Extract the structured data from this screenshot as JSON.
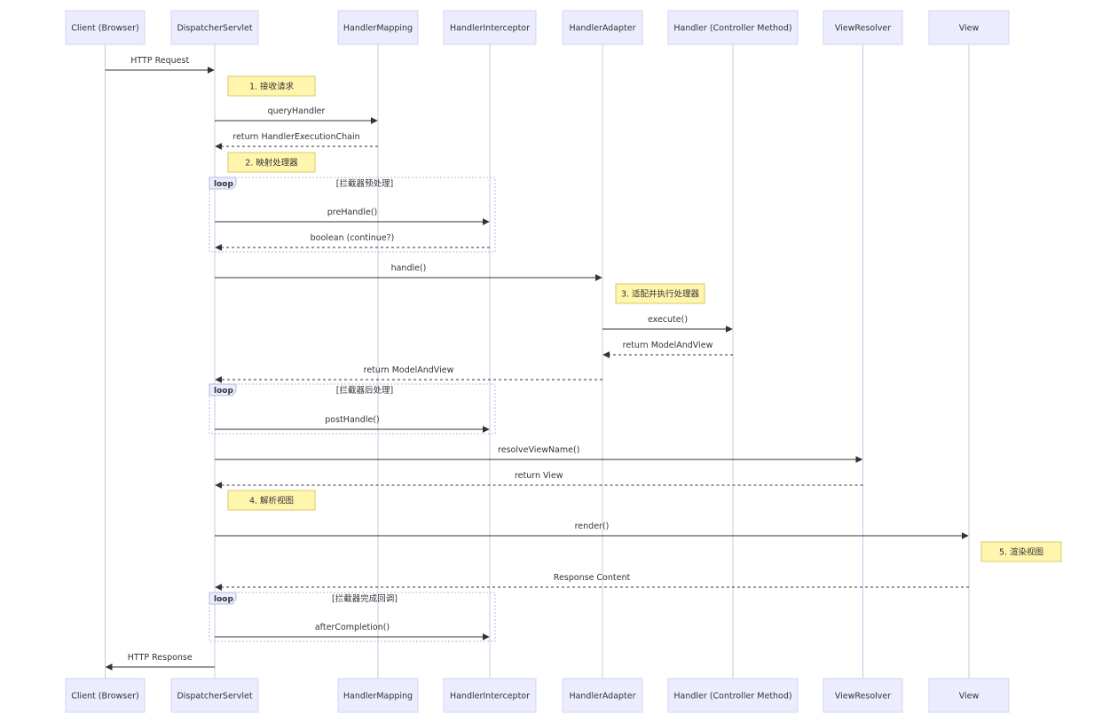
{
  "participants": [
    {
      "id": "client",
      "label": "Client (Browser)"
    },
    {
      "id": "ds",
      "label": "DispatcherServlet"
    },
    {
      "id": "hm",
      "label": "HandlerMapping"
    },
    {
      "id": "hi",
      "label": "HandlerInterceptor"
    },
    {
      "id": "ha",
      "label": "HandlerAdapter"
    },
    {
      "id": "h",
      "label": "Handler (Controller Method)"
    },
    {
      "id": "vr",
      "label": "ViewResolver"
    },
    {
      "id": "v",
      "label": "View"
    }
  ],
  "messages": [
    {
      "from": "client",
      "to": "ds",
      "label": "HTTP Request",
      "style": "solid"
    },
    {
      "from": "ds",
      "to": "hm",
      "label": "queryHandler",
      "style": "solid"
    },
    {
      "from": "hm",
      "to": "ds",
      "label": "return HandlerExecutionChain",
      "style": "dashed"
    },
    {
      "from": "ds",
      "to": "hi",
      "label": "preHandle()",
      "style": "solid"
    },
    {
      "from": "hi",
      "to": "ds",
      "label": "boolean (continue?)",
      "style": "dashed"
    },
    {
      "from": "ds",
      "to": "ha",
      "label": "handle()",
      "style": "solid"
    },
    {
      "from": "ha",
      "to": "h",
      "label": "execute()",
      "style": "solid"
    },
    {
      "from": "h",
      "to": "ha",
      "label": "return ModelAndView",
      "style": "dashed"
    },
    {
      "from": "ha",
      "to": "ds",
      "label": "return ModelAndView",
      "style": "dashed"
    },
    {
      "from": "ds",
      "to": "hi",
      "label": "postHandle()",
      "style": "solid"
    },
    {
      "from": "ds",
      "to": "vr",
      "label": "resolveViewName()",
      "style": "solid"
    },
    {
      "from": "vr",
      "to": "ds",
      "label": "return View",
      "style": "dashed"
    },
    {
      "from": "ds",
      "to": "v",
      "label": "render()",
      "style": "solid"
    },
    {
      "from": "v",
      "to": "ds",
      "label": "Response Content",
      "style": "dashed"
    },
    {
      "from": "ds",
      "to": "hi",
      "label": "afterCompletion()",
      "style": "solid"
    },
    {
      "from": "ds",
      "to": "client",
      "label": "HTTP Response",
      "style": "solid"
    }
  ],
  "notes": [
    {
      "over": "ds",
      "text": "1. 接收请求"
    },
    {
      "over": "ds",
      "text": "2. 映射处理器"
    },
    {
      "over": "ha",
      "text": "3. 适配并执行处理器"
    },
    {
      "over": "ds",
      "text": "4. 解析视图"
    },
    {
      "over": "v",
      "text": "5. 渲染视图"
    }
  ],
  "loops": [
    {
      "keyword": "loop",
      "condition": "[拦截器预处理]"
    },
    {
      "keyword": "loop",
      "condition": "[拦截器后处理]"
    },
    {
      "keyword": "loop",
      "condition": "[拦截器完成回调]"
    }
  ],
  "colors": {
    "actor_fill": "#ECECFF",
    "actor_border": "#D4D4F0",
    "note_fill": "#FFF5AD",
    "note_border": "#D9C96A",
    "line": "#333333"
  }
}
